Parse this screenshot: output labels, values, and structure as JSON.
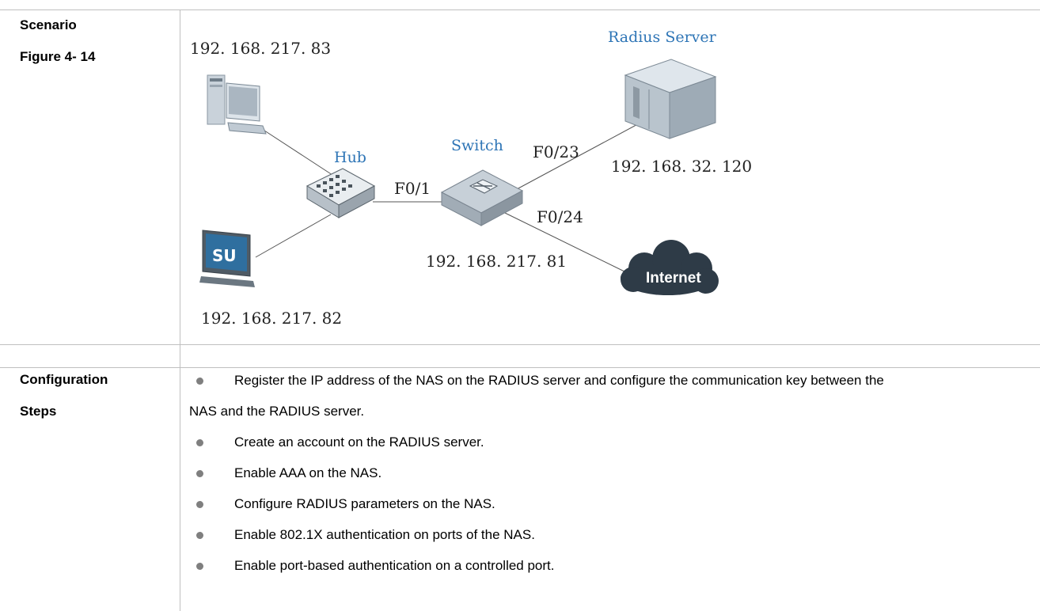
{
  "scenario": {
    "label_line1": "Scenario",
    "label_line2": "Figure 4- 14"
  },
  "diagram": {
    "pc_ip": "192. 168. 217. 83",
    "su_ip": "192. 168. 217. 82",
    "hub_label": "Hub",
    "switch_label": "Switch",
    "switch_ip": "192. 168. 217. 81",
    "port_f0_1": "F0/1",
    "port_f0_23": "F0/23",
    "port_f0_24": "F0/24",
    "radius_label": "Radius Server",
    "radius_ip": "192. 168. 32. 120",
    "internet_label": "Internet",
    "su_badge": "SU"
  },
  "config": {
    "label_line1": "Configuration",
    "label_line2": "Steps",
    "steps": [
      {
        "line1": "Register the IP address of the NAS on the RADIUS server and configure the communication key between the",
        "line2": "NAS and the RADIUS server."
      },
      {
        "text": "Create an account on the RADIUS server."
      },
      {
        "text": "Enable AAA on the NAS."
      },
      {
        "text": "Configure RADIUS parameters on the NAS."
      },
      {
        "text": "Enable 802.1X authentication on ports of the NAS."
      },
      {
        "text": "Enable port-based authentication on a controlled port."
      }
    ]
  },
  "colors": {
    "accent_label": "#2e75b6",
    "device_gray": "#7f8c96",
    "cloud": "#2e3b47",
    "rule": "#bfbfbf"
  }
}
